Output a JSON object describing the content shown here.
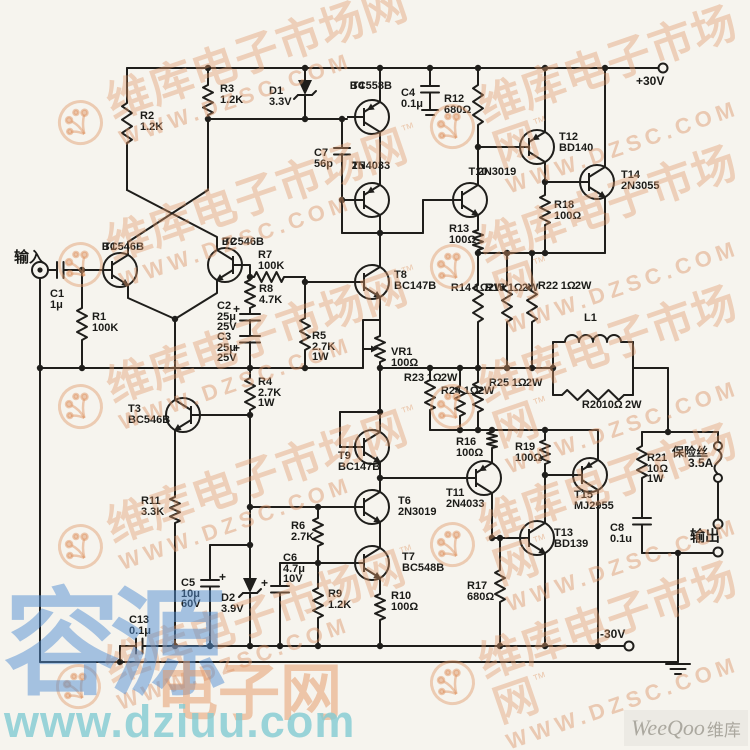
{
  "terminals": {
    "input": "输入",
    "output": "输出",
    "v_pos": "+30V",
    "v_neg": "-30V"
  },
  "symbols": {
    "plus": "+"
  },
  "components": {
    "t1": {
      "lines": [
        "T1",
        "BC546B"
      ]
    },
    "t2": {
      "lines": [
        "T2",
        "BC546B"
      ]
    },
    "t3": {
      "lines": [
        "T3",
        "BC546B"
      ]
    },
    "t4": {
      "lines": [
        "T4",
        "BC558B"
      ]
    },
    "t5": {
      "lines": [
        "T5",
        "2N4033"
      ]
    },
    "t6": {
      "lines": [
        "T6",
        "2N3019"
      ]
    },
    "t7": {
      "lines": [
        "T7",
        "BC548B"
      ]
    },
    "t8": {
      "lines": [
        "T8",
        "BC147B"
      ]
    },
    "t9": {
      "lines": [
        "T9",
        "BC147B"
      ]
    },
    "t10": {
      "lines": [
        "T10",
        "2N3019"
      ]
    },
    "t11": {
      "lines": [
        "T11",
        "2N4033"
      ]
    },
    "t12": {
      "lines": [
        "T12",
        "BD140"
      ]
    },
    "t13": {
      "lines": [
        "T13",
        "BD139"
      ]
    },
    "t14": {
      "lines": [
        "T14",
        "2N3055"
      ]
    },
    "t15": {
      "lines": [
        "T15",
        "MJ2955"
      ]
    },
    "r1": {
      "lines": [
        "R1",
        "100K"
      ]
    },
    "r2": {
      "lines": [
        "R2",
        "1.2K"
      ]
    },
    "r3": {
      "lines": [
        "R3",
        "1.2K"
      ]
    },
    "r4": {
      "lines": [
        "R4",
        "2.7K",
        "1W"
      ]
    },
    "r5": {
      "lines": [
        "R5",
        "2.7K",
        "1W"
      ]
    },
    "r6": {
      "lines": [
        "R6",
        "2.7K"
      ]
    },
    "r7": {
      "lines": [
        "R7",
        "100K"
      ]
    },
    "r8": {
      "lines": [
        "R8",
        "4.7K"
      ]
    },
    "r9": {
      "lines": [
        "R9",
        "1.2K"
      ]
    },
    "r10": {
      "lines": [
        "R10",
        "100Ω"
      ]
    },
    "r11": {
      "lines": [
        "R11",
        "3.3K"
      ]
    },
    "r12": {
      "lines": [
        "R12",
        "680Ω"
      ]
    },
    "r13": {
      "lines": [
        "R13",
        "100Ω"
      ]
    },
    "r14": {
      "lines": [
        "R14",
        "1Ω",
        "2W"
      ]
    },
    "r15": {
      "lines": [
        "R15",
        "1Ω",
        "2W"
      ]
    },
    "r16": {
      "lines": [
        "R16",
        "100Ω"
      ]
    },
    "r17": {
      "lines": [
        "R17",
        "680Ω"
      ]
    },
    "r18": {
      "lines": [
        "R18",
        "100Ω"
      ]
    },
    "r19": {
      "lines": [
        "R19",
        "100Ω"
      ]
    },
    "r20": {
      "lines": [
        "R20",
        "10Ω",
        "2W"
      ]
    },
    "r21": {
      "lines": [
        "R21",
        "10Ω",
        "1W"
      ]
    },
    "r22": {
      "lines": [
        "R22",
        "1Ω",
        "2W"
      ]
    },
    "r23": {
      "lines": [
        "R23",
        "1Ω",
        "2W"
      ]
    },
    "r24": {
      "lines": [
        "R24",
        "1Ω",
        "2W"
      ]
    },
    "r25": {
      "lines": [
        "R25",
        "1Ω",
        "2W"
      ]
    },
    "c1": {
      "lines": [
        "C1",
        "1μ"
      ]
    },
    "c2": {
      "lines": [
        "C2",
        "25μ",
        "25V"
      ]
    },
    "c3": {
      "lines": [
        "C3",
        "25μ",
        "25V"
      ]
    },
    "c4": {
      "lines": [
        "C4",
        "0.1μ"
      ]
    },
    "c5": {
      "lines": [
        "C5",
        "10μ",
        "60V"
      ]
    },
    "c6": {
      "lines": [
        "C6",
        "4.7μ",
        "10V"
      ]
    },
    "c7": {
      "lines": [
        "C7",
        "56p"
      ]
    },
    "c8": {
      "lines": [
        "C8",
        "0.1u"
      ]
    },
    "c13": {
      "lines": [
        "C13",
        "0.1μ"
      ]
    },
    "d1": {
      "lines": [
        "D1",
        "3.3V"
      ]
    },
    "d2": {
      "lines": [
        "D2",
        "3.9V"
      ]
    },
    "vr1": {
      "lines": [
        "VR1",
        "100Ω"
      ]
    },
    "l1": {
      "lines": [
        "L1"
      ]
    },
    "fuse": {
      "lines": [
        "保险丝",
        "3.5A"
      ]
    }
  },
  "watermarks": {
    "vendor_cn": "维库电子市场网",
    "vendor_tm": "™",
    "vendor_url": "WWW.DZSC.COM",
    "rongyuan_cn": "容源",
    "rongyuan_suffix": "电子网",
    "rongyuan_url": "www.dziuu.com",
    "weeqoo_en": "WeeQoo",
    "weeqoo_cn": "维库"
  },
  "colors": {
    "wire": "#1f1e1b",
    "watermark_orange": "#e09868",
    "watermark_blue": "#528ed2",
    "paper": "#f6f4ee"
  }
}
